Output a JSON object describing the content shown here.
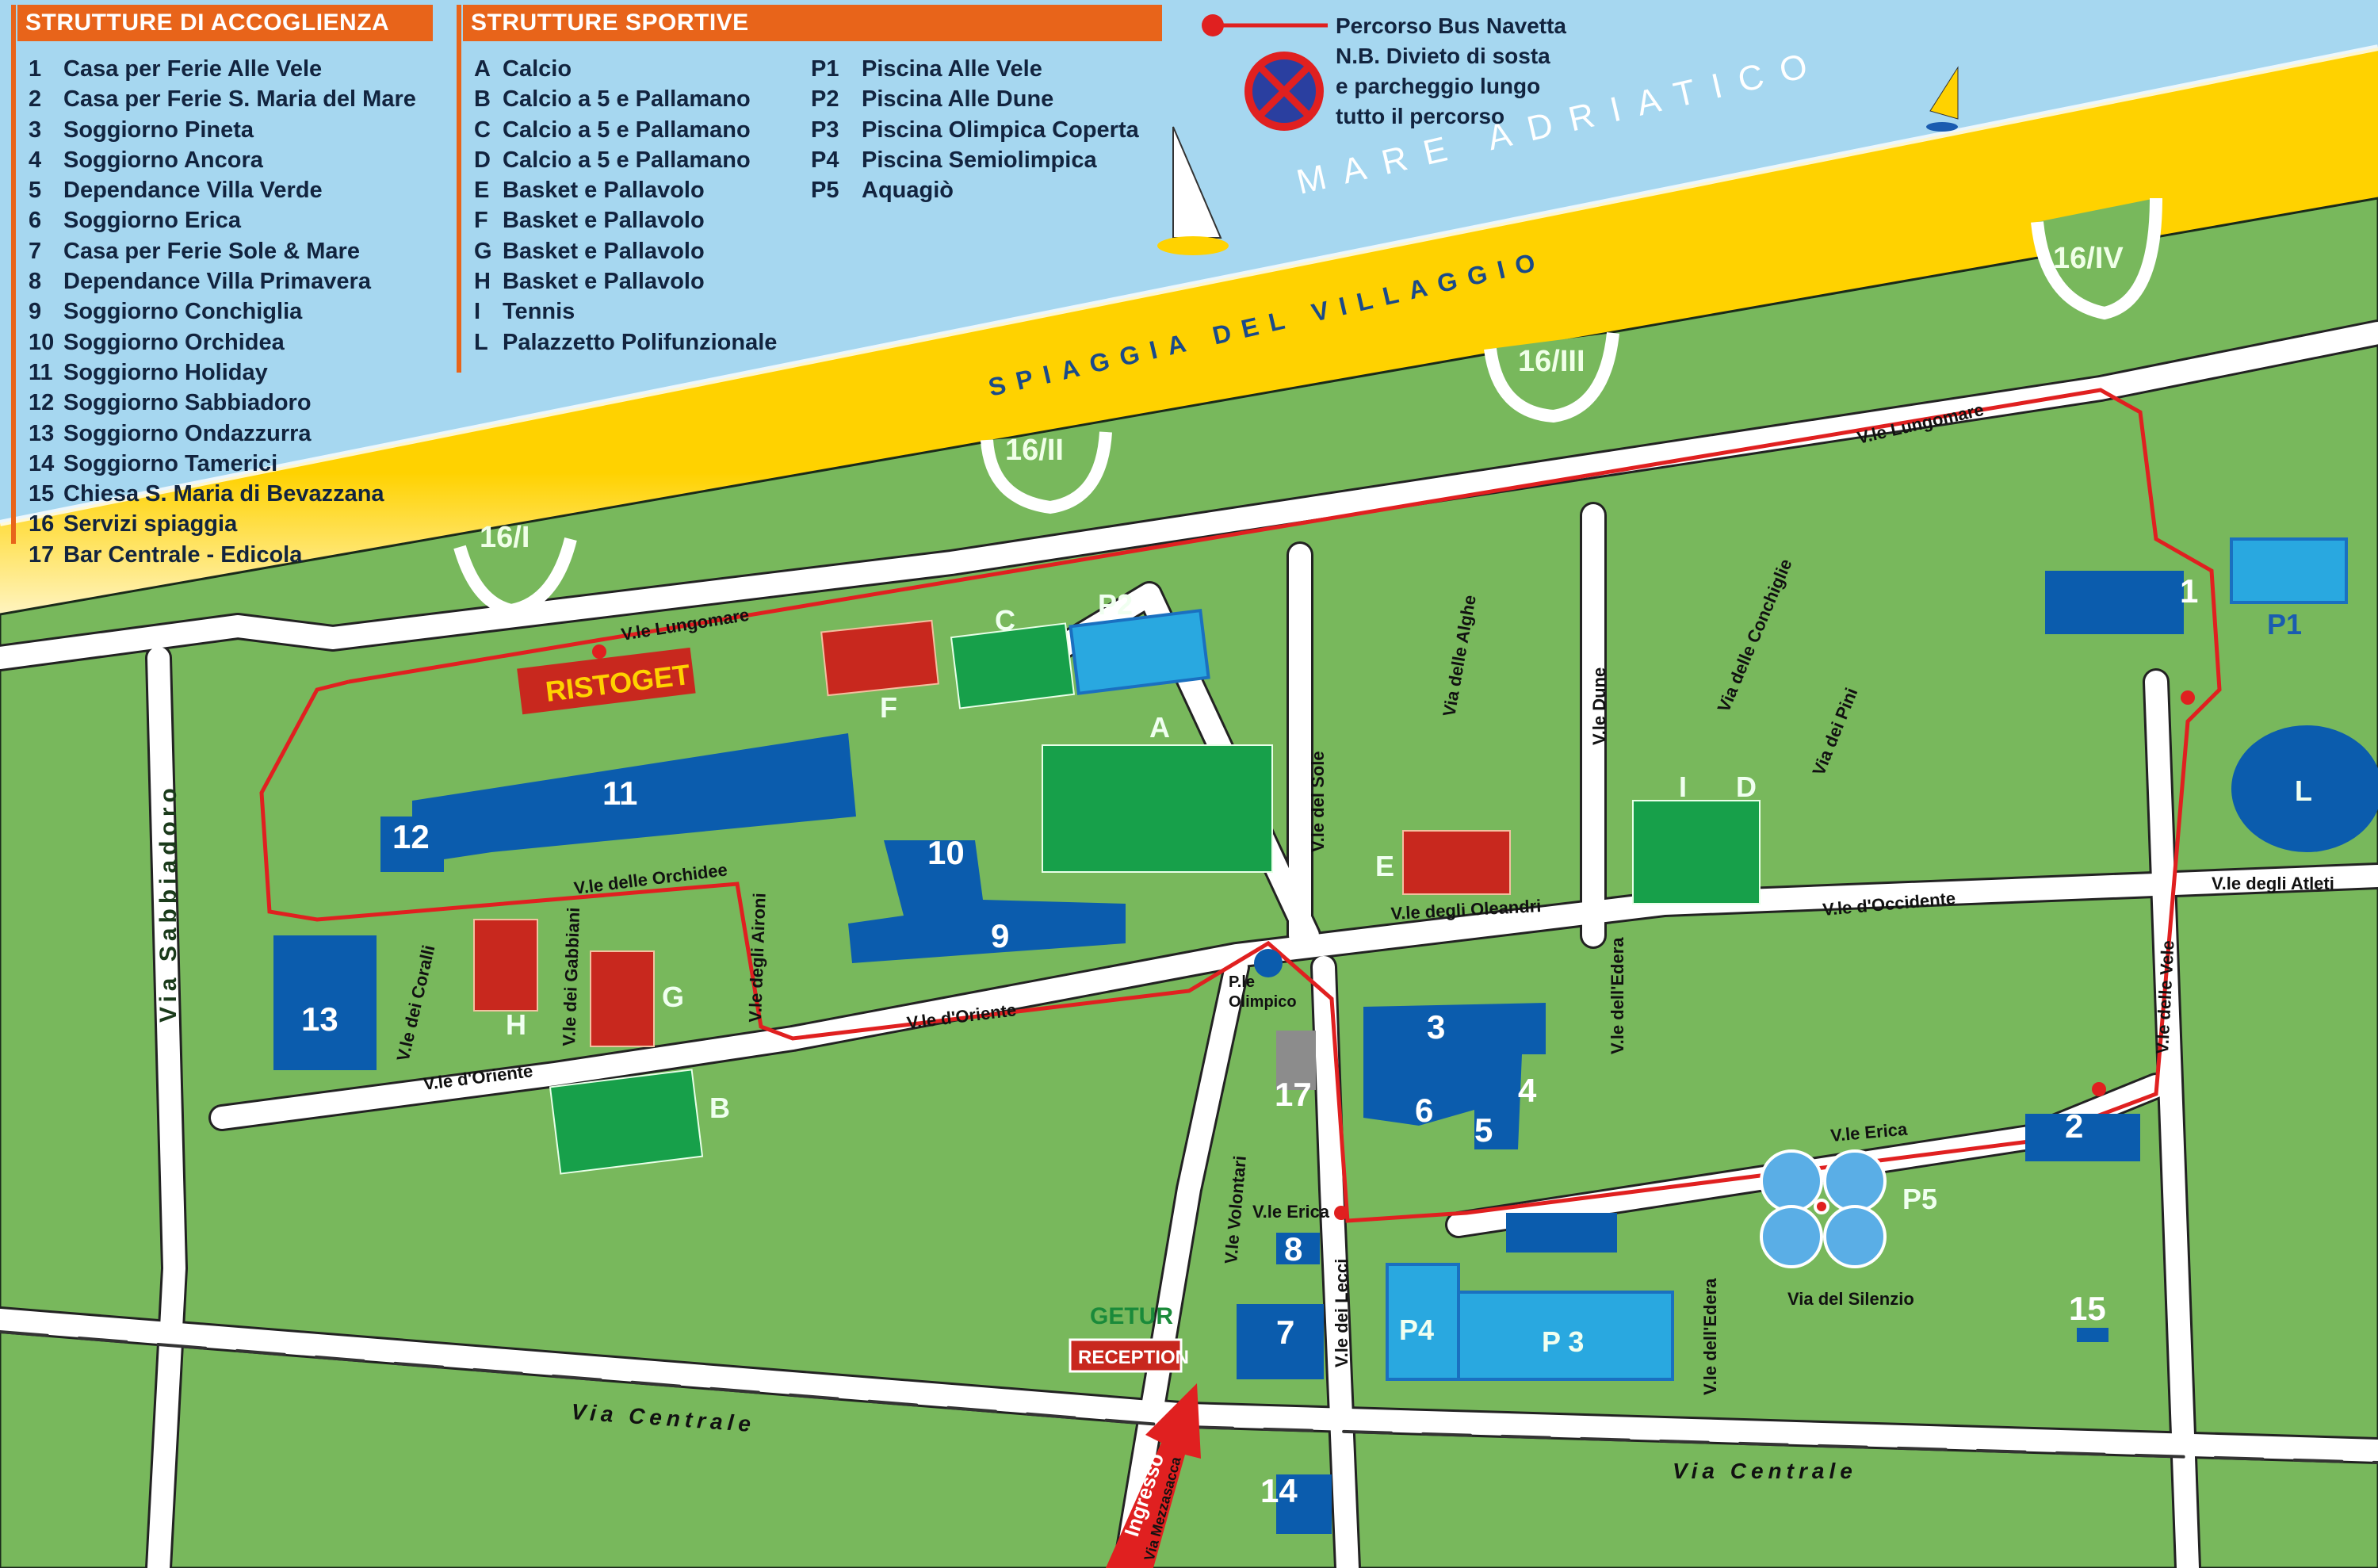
{
  "legend_accommodation": {
    "title": "STRUTTURE DI ACCOGLIENZA",
    "items": [
      {
        "code": "1",
        "name": "Casa per Ferie Alle Vele"
      },
      {
        "code": "2",
        "name": "Casa per Ferie S. Maria del Mare"
      },
      {
        "code": "3",
        "name": "Soggiorno Pineta"
      },
      {
        "code": "4",
        "name": "Soggiorno Ancora"
      },
      {
        "code": "5",
        "name": "Dependance Villa Verde"
      },
      {
        "code": "6",
        "name": "Soggiorno Erica"
      },
      {
        "code": "7",
        "name": "Casa per Ferie Sole & Mare"
      },
      {
        "code": "8",
        "name": "Dependance Villa Primavera"
      },
      {
        "code": "9",
        "name": "Soggiorno Conchiglia"
      },
      {
        "code": "10",
        "name": "Soggiorno Orchidea"
      },
      {
        "code": "11",
        "name": "Soggiorno Holiday"
      },
      {
        "code": "12",
        "name": "Soggiorno Sabbiadoro"
      },
      {
        "code": "13",
        "name": "Soggiorno Ondazzurra"
      },
      {
        "code": "14",
        "name": "Soggiorno Tamerici"
      },
      {
        "code": "15",
        "name": "Chiesa S. Maria di Bevazzana"
      },
      {
        "code": "16",
        "name": "Servizi spiaggia"
      },
      {
        "code": "17",
        "name": "Bar Centrale - Edicola"
      }
    ]
  },
  "legend_sports": {
    "title": "STRUTTURE SPORTIVE",
    "fields": [
      {
        "code": "A",
        "name": "Calcio"
      },
      {
        "code": "B",
        "name": "Calcio a 5 e Pallamano"
      },
      {
        "code": "C",
        "name": "Calcio a 5 e Pallamano"
      },
      {
        "code": "D",
        "name": "Calcio a 5 e Pallamano"
      },
      {
        "code": "E",
        "name": "Basket e Pallavolo"
      },
      {
        "code": "F",
        "name": "Basket e Pallavolo"
      },
      {
        "code": "G",
        "name": "Basket e Pallavolo"
      },
      {
        "code": "H",
        "name": "Basket e Pallavolo"
      },
      {
        "code": "I",
        "name": "Tennis"
      },
      {
        "code": "L",
        "name": "Palazzetto Polifunzionale"
      }
    ],
    "pools": [
      {
        "code": "P1",
        "name": "Piscina Alle Vele"
      },
      {
        "code": "P2",
        "name": "Piscina Alle Dune"
      },
      {
        "code": "P3",
        "name": "Piscina Olimpica Coperta"
      },
      {
        "code": "P4",
        "name": "Piscina Semiolimpica"
      },
      {
        "code": "P5",
        "name": "Aquagiò"
      }
    ]
  },
  "legend_bus": {
    "route_label": "Percorso Bus Navetta",
    "note_lines": [
      "N.B. Divieto di sosta",
      "e parcheggio lungo",
      "tutto il percorso"
    ]
  },
  "sea": {
    "name": "MARE ADRIATICO"
  },
  "beach": {
    "name": "SPIAGGIA DEL VILLAGGIO"
  },
  "beach_services": [
    "16/I",
    "16/II",
    "16/III",
    "16/IV"
  ],
  "streets": {
    "lungomare_west": "V.le Lungomare",
    "lungomare_east": "V.le Lungomare",
    "orchidee": "V.le delle Orchidee",
    "oriente_center": "V.le d'Oriente",
    "oriente_west": "V.le d'Oriente",
    "coralli": "V.le dei Coralli",
    "gabbiani": "V.le dei Gabbiani",
    "aironi": "V.le degli Aironi",
    "sabbiadoro": "Via Sabbiadoro",
    "sole": "V.le del Sole",
    "alghe": "Via delle Alghe",
    "dune": "V.le Dune",
    "conchiglie": "Via delle Conchiglie",
    "pini": "Via dei Pini",
    "oleandri": "V.le degli Oleandri",
    "occidente": "V.le d'Occidente",
    "atleti": "V.le degli Atleti",
    "vele": "V.le delle Vele",
    "edera_north": "V.le dell'Edera",
    "edera_south": "V.le dell'Edera",
    "erica_east": "V.le Erica",
    "erica_west": "V.le Erica",
    "volontari": "V.le Volontari",
    "lecci": "V.le dei Lecci",
    "silenzio": "Via del Silenzio",
    "centrale_west": "Via Centrale",
    "centrale_east": "Via Centrale",
    "mezzasacca": "Via Mezzasacca",
    "olimpico_1": "P.le",
    "olimpico_2": "Olimpico"
  },
  "places": {
    "restaurant": "RISTOGET",
    "reception_brand": "GETUR",
    "reception": "RECEPTION",
    "entrance": "Ingresso"
  },
  "buildings": {
    "b1": "1",
    "b2": "2",
    "b3": "3",
    "b4": "4",
    "b5": "5",
    "b6": "6",
    "b7": "7",
    "b8": "8",
    "b9": "9",
    "b10": "10",
    "b11": "11",
    "b12": "12",
    "b13": "13",
    "b14": "14",
    "b15": "15",
    "b17": "17"
  },
  "sports_labels": {
    "A": "A",
    "B": "B",
    "C": "C",
    "D": "D",
    "E": "E",
    "F": "F",
    "G": "G",
    "H": "H",
    "I": "I",
    "L": "L",
    "P1": "P1",
    "P2": "P2",
    "P3": "P 3",
    "P4": "P4",
    "P5": "P5"
  },
  "colors": {
    "sea": "#a6d7f0",
    "sand": "#ffd200",
    "grass": "#78b85c",
    "building": "#0b5cad",
    "court": "#c8281e",
    "field": "#17a04a",
    "pool": "#29a8e0",
    "bus_route": "#e02020",
    "header": "#e8641a"
  }
}
